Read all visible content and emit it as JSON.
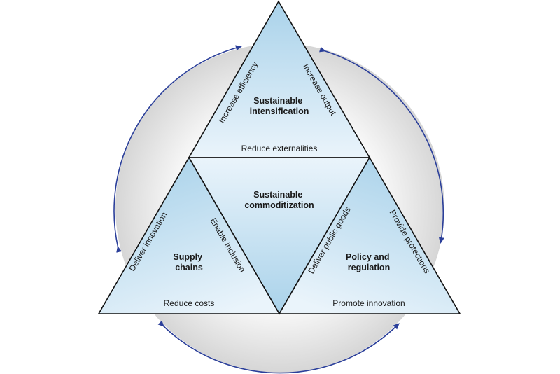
{
  "diagram": {
    "colors": {
      "triangle_fill_light": "#eaf4fb",
      "triangle_fill_dark": "#a9d2ea",
      "triangle_stroke": "#111111",
      "circle_light": "#ffffff",
      "circle_dark": "#d6d6d6",
      "arrow_color": "#2b3f9a"
    },
    "sections": {
      "top": {
        "title_line1": "Sustainable",
        "title_line2": "intensification"
      },
      "center": {
        "title_line1": "Sustainable",
        "title_line2": "commoditization"
      },
      "left": {
        "title_line1": "Supply",
        "title_line2": "chains"
      },
      "right": {
        "title_line1": "Policy and",
        "title_line2": "regulation"
      }
    },
    "edges": {
      "increase_efficiency": "Increase efficiency",
      "increase_output": "Increase output",
      "reduce_externalities": "Reduce externalities",
      "deliver_innovation": "Deliver innovation",
      "enable_inclusion": "Enable inclusion",
      "reduce_costs": "Reduce costs",
      "deliver_public_goods": "Deliver public goods",
      "provide_protections": "Provide protections",
      "promote_innovation": "Promote innovation"
    }
  }
}
